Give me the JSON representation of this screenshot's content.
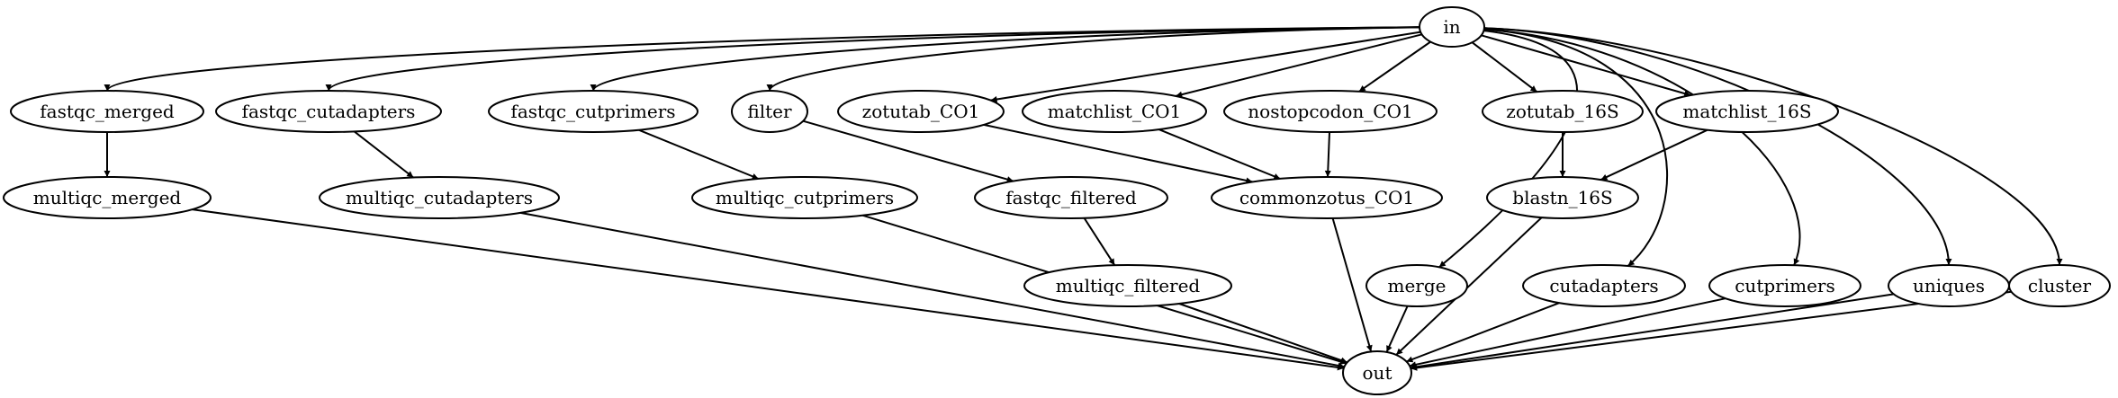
{
  "diagram": {
    "nodes": [
      {
        "id": "in",
        "label": "in"
      },
      {
        "id": "fastqc_merged",
        "label": "fastqc_merged"
      },
      {
        "id": "fastqc_cutadapters",
        "label": "fastqc_cutadapters"
      },
      {
        "id": "fastqc_cutprimers",
        "label": "fastqc_cutprimers"
      },
      {
        "id": "filter",
        "label": "filter"
      },
      {
        "id": "zotutab_CO1",
        "label": "zotutab_CO1"
      },
      {
        "id": "matchlist_CO1",
        "label": "matchlist_CO1"
      },
      {
        "id": "nostopcodon_CO1",
        "label": "nostopcodon_CO1"
      },
      {
        "id": "zotutab_16S",
        "label": "zotutab_16S"
      },
      {
        "id": "matchlist_16S",
        "label": "matchlist_16S"
      },
      {
        "id": "multiqc_merged",
        "label": "multiqc_merged"
      },
      {
        "id": "multiqc_cutadapters",
        "label": "multiqc_cutadapters"
      },
      {
        "id": "multiqc_cutprimers",
        "label": "multiqc_cutprimers"
      },
      {
        "id": "fastqc_filtered",
        "label": "fastqc_filtered"
      },
      {
        "id": "commonzotus_CO1",
        "label": "commonzotus_CO1"
      },
      {
        "id": "blastn_16S",
        "label": "blastn_16S"
      },
      {
        "id": "multiqc_filtered",
        "label": "multiqc_filtered"
      },
      {
        "id": "merge",
        "label": "merge"
      },
      {
        "id": "cutadapters",
        "label": "cutadapters"
      },
      {
        "id": "cutprimers",
        "label": "cutprimers"
      },
      {
        "id": "uniques",
        "label": "uniques"
      },
      {
        "id": "cluster",
        "label": "cluster"
      },
      {
        "id": "out",
        "label": "out"
      }
    ],
    "edges": [
      {
        "from": "in",
        "to": "fastqc_merged"
      },
      {
        "from": "in",
        "to": "fastqc_cutadapters"
      },
      {
        "from": "in",
        "to": "fastqc_cutprimers"
      },
      {
        "from": "in",
        "to": "filter"
      },
      {
        "from": "in",
        "to": "zotutab_CO1"
      },
      {
        "from": "in",
        "to": "matchlist_CO1"
      },
      {
        "from": "in",
        "to": "nostopcodon_CO1"
      },
      {
        "from": "in",
        "to": "zotutab_16S"
      },
      {
        "from": "in",
        "to": "matchlist_16S"
      },
      {
        "from": "in",
        "to": "merge"
      },
      {
        "from": "in",
        "to": "cutadapters"
      },
      {
        "from": "in",
        "to": "cutprimers"
      },
      {
        "from": "in",
        "to": "uniques"
      },
      {
        "from": "in",
        "to": "cluster"
      },
      {
        "from": "fastqc_merged",
        "to": "multiqc_merged"
      },
      {
        "from": "fastqc_cutadapters",
        "to": "multiqc_cutadapters"
      },
      {
        "from": "fastqc_cutprimers",
        "to": "multiqc_cutprimers"
      },
      {
        "from": "filter",
        "to": "fastqc_filtered"
      },
      {
        "from": "zotutab_CO1",
        "to": "commonzotus_CO1"
      },
      {
        "from": "matchlist_CO1",
        "to": "commonzotus_CO1"
      },
      {
        "from": "nostopcodon_CO1",
        "to": "commonzotus_CO1"
      },
      {
        "from": "zotutab_16S",
        "to": "blastn_16S"
      },
      {
        "from": "matchlist_16S",
        "to": "blastn_16S"
      },
      {
        "from": "fastqc_filtered",
        "to": "multiqc_filtered"
      },
      {
        "from": "multiqc_merged",
        "to": "out"
      },
      {
        "from": "multiqc_cutadapters",
        "to": "out"
      },
      {
        "from": "multiqc_cutprimers",
        "to": "out"
      },
      {
        "from": "multiqc_filtered",
        "to": "out"
      },
      {
        "from": "commonzotus_CO1",
        "to": "out"
      },
      {
        "from": "blastn_16S",
        "to": "out"
      },
      {
        "from": "merge",
        "to": "out"
      },
      {
        "from": "cutadapters",
        "to": "out"
      },
      {
        "from": "cutprimers",
        "to": "out"
      },
      {
        "from": "uniques",
        "to": "out"
      },
      {
        "from": "cluster",
        "to": "out"
      }
    ]
  }
}
